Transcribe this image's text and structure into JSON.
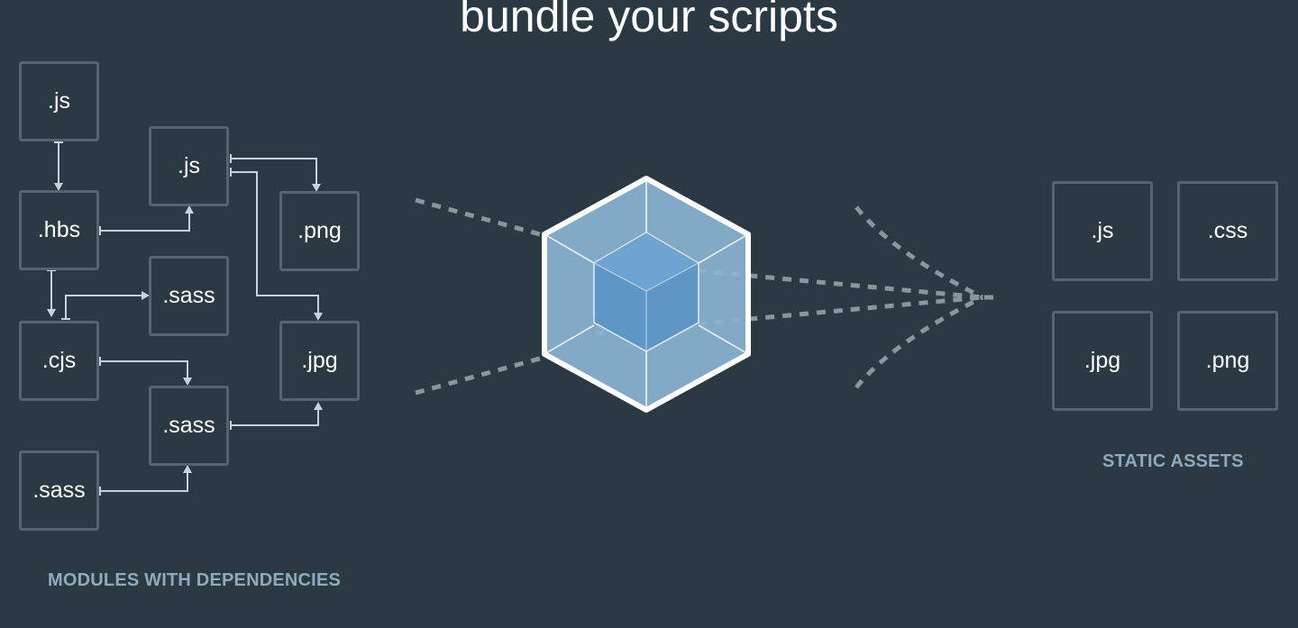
{
  "header": {
    "title": "bundle your scripts"
  },
  "modules": {
    "caption": "MODULES WITH DEPENDENCIES",
    "items": {
      "js_a": ".js",
      "js_b": ".js",
      "hbs": ".hbs",
      "png": ".png",
      "sass_a": ".sass",
      "cjs": ".cjs",
      "jpg": ".jpg",
      "sass_b": ".sass",
      "sass_c": ".sass"
    }
  },
  "assets": {
    "caption": "STATIC ASSETS",
    "items": [
      ".js",
      ".css",
      ".jpg",
      ".png"
    ]
  },
  "colors": {
    "background": "#2b3a42",
    "box_border": "#55656f",
    "arrow": "#c4d3de",
    "caption": "#8fa9bd",
    "cube_outer": "#8ab4d2",
    "cube_inner": "#5e96c6"
  },
  "icons": [
    "webpack-cube-icon"
  ]
}
